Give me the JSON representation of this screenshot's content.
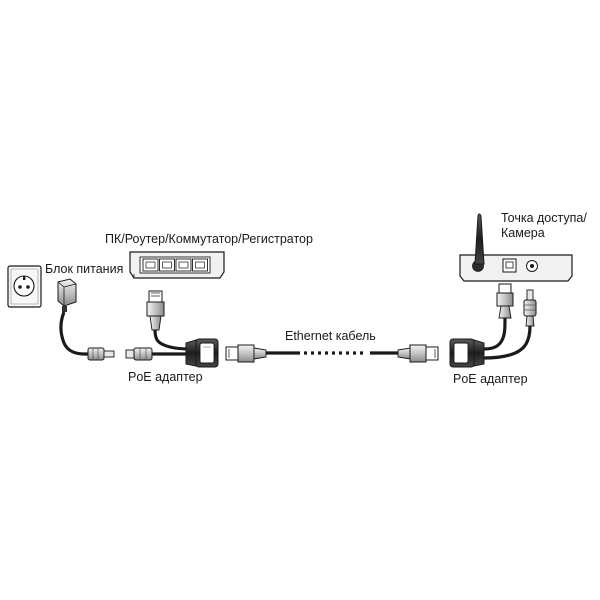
{
  "labels": {
    "switch": "ПК/Роутер/Коммутатор/Регистратор",
    "access_point_line1": "Точка доступа/",
    "access_point_line2": "Камера",
    "power_supply": "Блок питания",
    "ethernet_cable": "Ethernet кабель",
    "poe_adapter_left": "PoE адаптер",
    "poe_adapter_right": "PoE адаптер"
  },
  "switch_port_count": 4,
  "colors": {
    "stroke": "#1a1a1a",
    "fill_light": "#f2f2f2",
    "fill_mid": "#cfcfcf",
    "fill_dark": "#2b2b2b"
  },
  "icons": [
    "wall-outlet-icon",
    "power-plug-icon",
    "network-switch-icon",
    "rj45-plug-icon",
    "dc-plug-icon",
    "poe-injector-icon",
    "antenna-icon",
    "access-point-icon"
  ]
}
